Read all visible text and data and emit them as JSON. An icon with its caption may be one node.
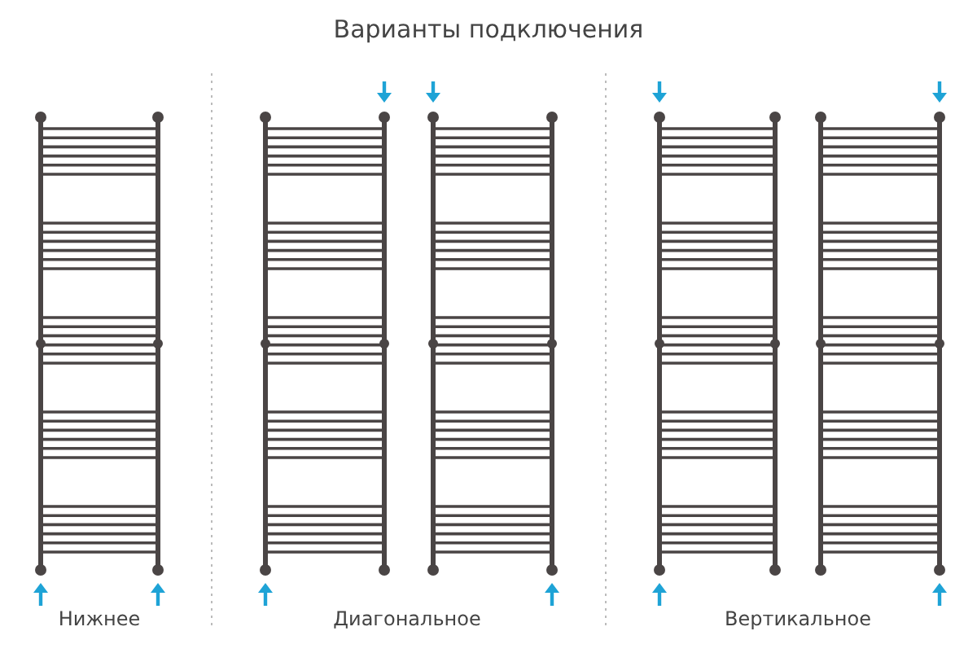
{
  "diagram": {
    "title": "Варианты подключения",
    "labels": [
      "Нижнее",
      "Диагональное",
      "Вертикальное"
    ]
  }
}
